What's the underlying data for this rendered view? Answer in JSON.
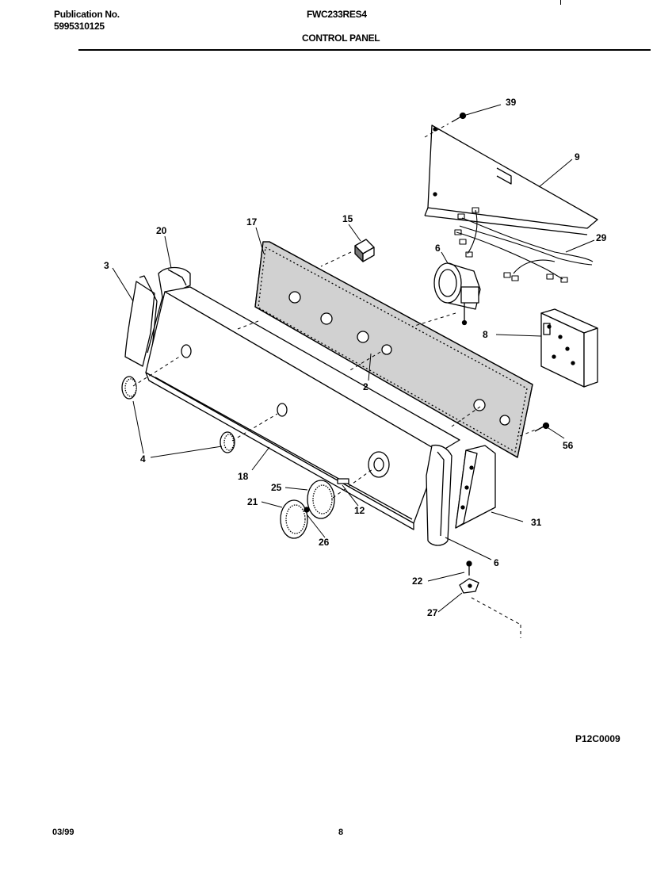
{
  "header": {
    "publication_label": "Publication No.",
    "publication_number": "5995310125",
    "model": "FWC233RES4",
    "section_title": "CONTROL PANEL"
  },
  "callouts": [
    "39",
    "9",
    "29",
    "15",
    "17",
    "20",
    "3",
    "6",
    "8",
    "2",
    "56",
    "4",
    "18",
    "25",
    "21",
    "12",
    "26",
    "31",
    "6",
    "22",
    "27"
  ],
  "footer": {
    "diagram_code": "P12C0009",
    "date": "03/99",
    "page": "8"
  }
}
